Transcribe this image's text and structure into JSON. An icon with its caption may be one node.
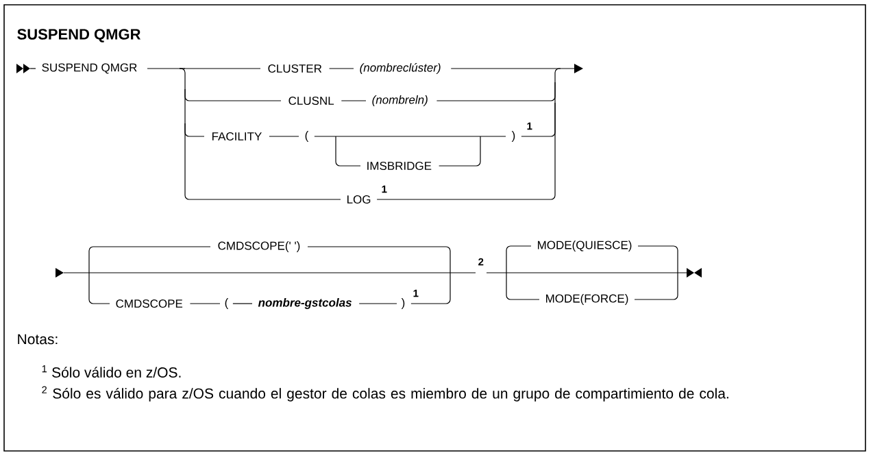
{
  "diagram": {
    "title": "SUSPEND QMGR",
    "labels": [
      "SUSPEND QMGR",
      "CLUSTER",
      "(nombreclúster)",
      "CLUSNL",
      "(nombreln)",
      "FACILITY",
      "(",
      ")",
      "1",
      "IMSBRIDGE",
      "LOG",
      "1",
      "CMDSCOPE(' ')",
      "2",
      "MODE(QUIESCE)",
      "CMDSCOPE",
      "(",
      "nombre-gstcolas",
      ")",
      "1",
      "MODE(FORCE)",
      "Notas:",
      "$^{1}$ Sólo válido en z/OS.",
      "$^{2}$ Sólo es válido para z/OS cuando el gestor de colas es miembro de un grupo de compartimiento de cola."
    ]
  }
}
